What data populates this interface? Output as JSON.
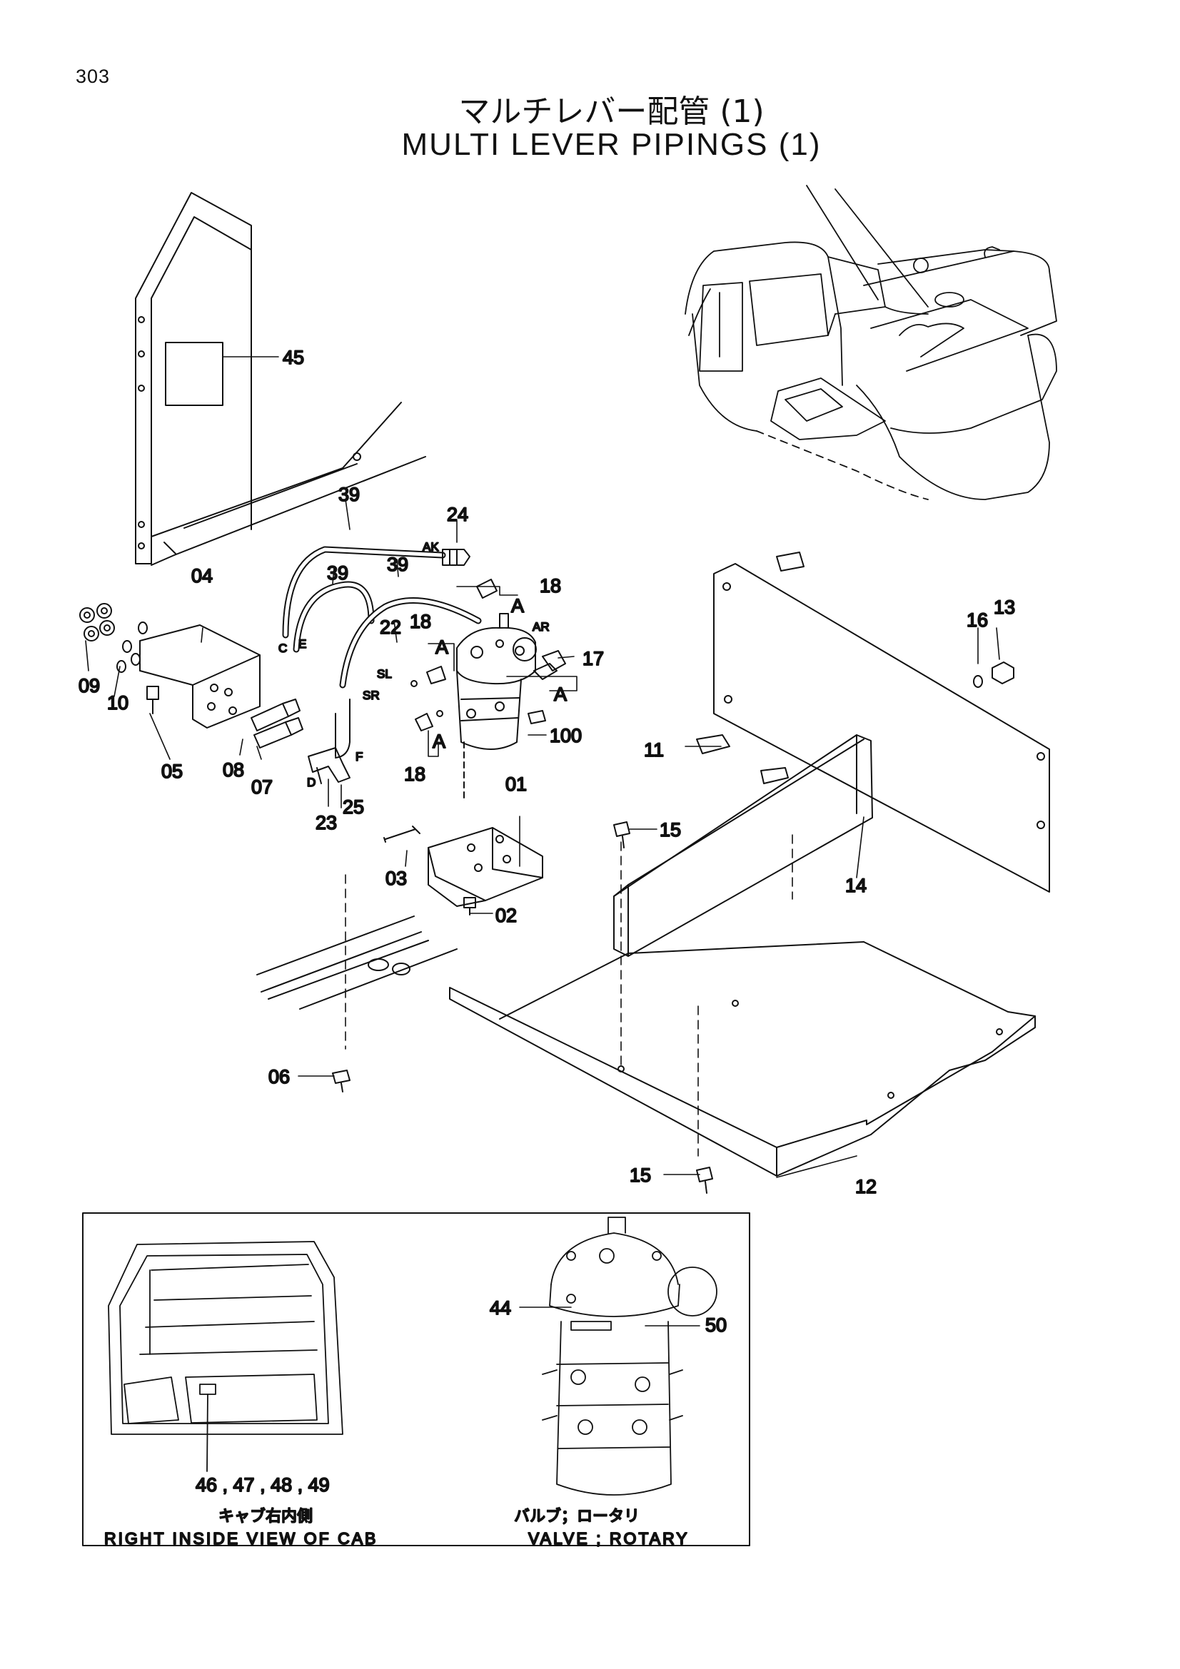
{
  "page": {
    "number": "303"
  },
  "title": {
    "jp": "マルチレバー配管 (1)",
    "en": "MULTI LEVER PIPINGS (1)"
  },
  "callouts": {
    "c45": "45",
    "c39a": "39",
    "c39b": "39",
    "c39c": "39",
    "c24": "24",
    "c18a": "18",
    "c18b": "18",
    "c18c": "18",
    "c04": "04",
    "c22": "22",
    "c17": "17",
    "c16": "16",
    "c13": "13",
    "c09": "09",
    "c10": "10",
    "c05": "05",
    "c08": "08",
    "c07": "07",
    "c23": "23",
    "c25": "25",
    "c100": "100",
    "c11": "11",
    "c01": "01",
    "c15a": "15",
    "c03": "03",
    "c02": "02",
    "c14": "14",
    "c06": "06",
    "c15b": "15",
    "c12": "12",
    "c44": "44",
    "c50": "50",
    "c46": "46 , 47 , 48 , 49"
  },
  "port_labels": {
    "ak": "AK",
    "ar": "AR",
    "sl": "SL",
    "sr": "SR",
    "c": "C",
    "e": "E",
    "d": "D",
    "f": "F",
    "a1": "A",
    "a2": "A",
    "a3": "A",
    "a4": "A"
  },
  "inset": {
    "cab_caption_jp": "キャブ右内側",
    "cab_caption_en": "RIGHT  INSIDE  VIEW  OF  CAB",
    "valve_caption_jp": "バルブ；ロータリ",
    "valve_caption_en": "VALVE ; ROTARY"
  }
}
